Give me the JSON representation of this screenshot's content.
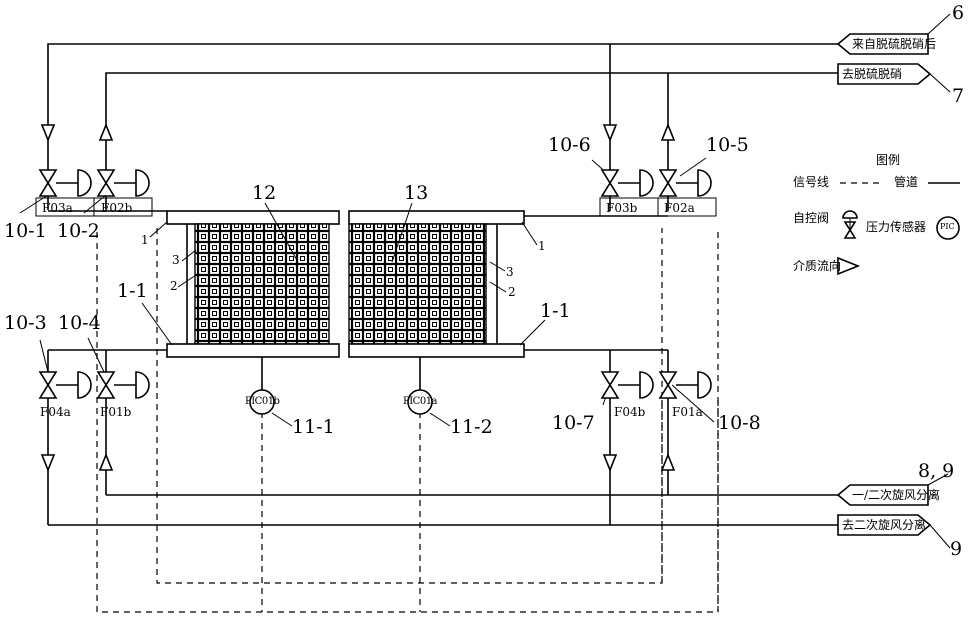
{
  "numbers": {
    "n6": "6",
    "n7": "7",
    "n89": "8, 9",
    "n9": "9",
    "n10_1": "10-1",
    "n10_2": "10-2",
    "n10_3": "10-3",
    "n10_4": "10-4",
    "n10_5": "10-5",
    "n10_6": "10-6",
    "n10_7": "10-7",
    "n10_8": "10-8",
    "n11_1": "11-1",
    "n11_2": "11-2",
    "n12": "12",
    "n13": "13",
    "n1": "1",
    "n2": "2",
    "n3": "3",
    "n1_1": "1-1"
  },
  "valves": {
    "F03a": "F03a",
    "F02b": "F02b",
    "F03b": "F03b",
    "F02a": "F02a",
    "F04a": "F04a",
    "F01b": "F01b",
    "F04b": "F04b",
    "F01a": "F01a"
  },
  "sensors": {
    "left": "PIC01b",
    "right": "PIC01a"
  },
  "streams": {
    "in_top": "来自脱硫脱硝后",
    "out_top": "去脱硫脱硝",
    "in_bottom": "一/二次旋风分离",
    "out_bottom": "去二次旋风分离"
  },
  "legend": {
    "title": "图例",
    "signal_line": "信号线",
    "pipe": "管道",
    "control_valve": "自控阀",
    "pressure_sensor": "压力传感器",
    "sensor_tag": "PIC",
    "flow_direction": "介质流向"
  }
}
